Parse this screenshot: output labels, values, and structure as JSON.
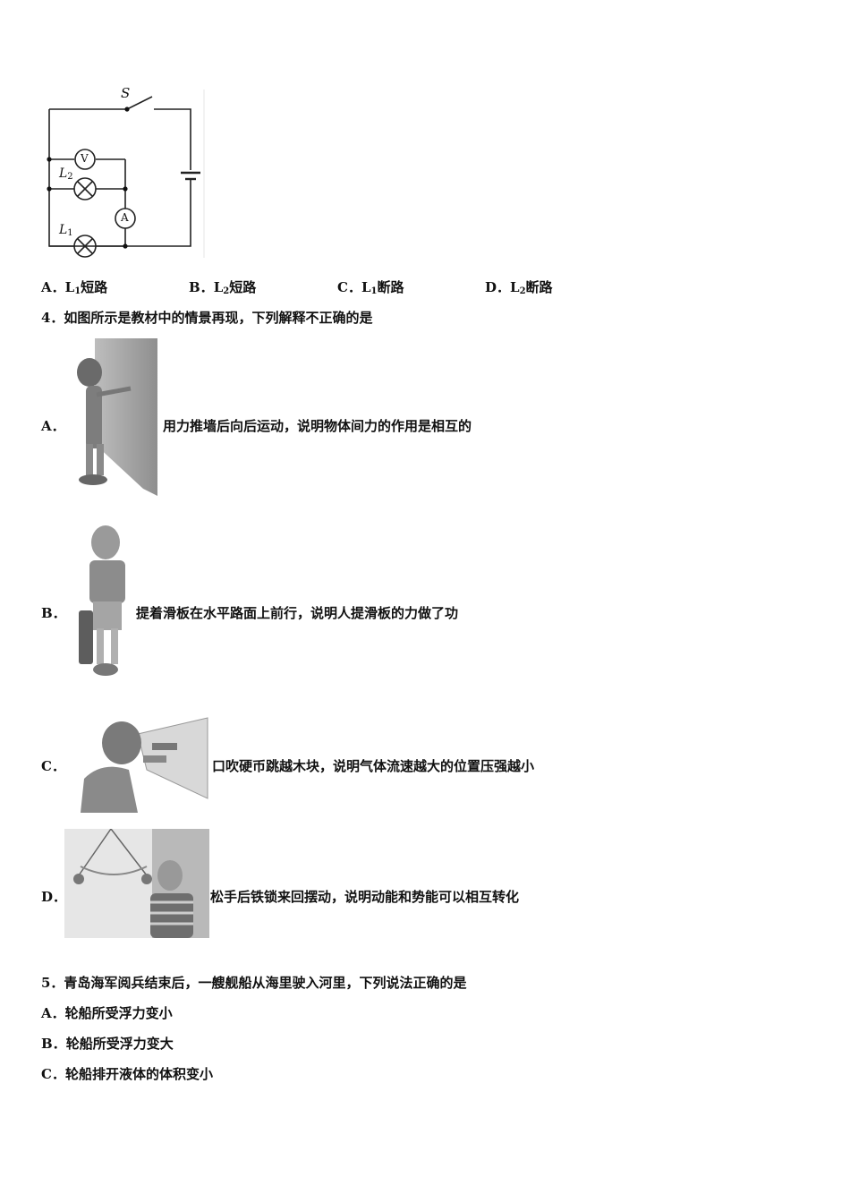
{
  "circuit": {
    "switch_label": "S",
    "voltmeter_label": "V",
    "ammeter_label": "A",
    "lamp2_label": "L",
    "lamp2_sub": "2",
    "lamp1_label": "L",
    "lamp1_sub": "1"
  },
  "q3_options": [
    {
      "letter": "A．",
      "main": "L",
      "sub": "1",
      "rest": "短路"
    },
    {
      "letter": "B．",
      "main": "L",
      "sub": "2",
      "rest": "短路"
    },
    {
      "letter": "C．",
      "main": "L",
      "sub": "1",
      "rest": "断路"
    },
    {
      "letter": "D．",
      "main": "L",
      "sub": "2",
      "rest": "断路"
    }
  ],
  "q4": {
    "stem": "4．如图所示是教材中的情景再现，下列解释不正确的是",
    "options": [
      {
        "letter": "A．",
        "text": "用力推墙后向后运动，说明物体间力的作用是相互的",
        "image": "girl-pushing-wall"
      },
      {
        "letter": "B．",
        "text": "提着滑板在水平路面上前行，说明人提滑板的力做了功",
        "image": "boy-carrying-skateboard"
      },
      {
        "letter": "C．",
        "text": "口吹硬币跳越木块，说明气体流速越大的位置压强越小",
        "image": "girl-blowing-coin"
      },
      {
        "letter": "D．",
        "text": "松手后铁锁来回摆动，说明动能和势能可以相互转化",
        "image": "pendulum-lock"
      }
    ]
  },
  "q5": {
    "stem": "5．青岛海军阅兵结束后，一艘舰船从海里驶入河里，下列说法正确的是",
    "options": [
      {
        "letter": "A．",
        "text": "轮船所受浮力变小"
      },
      {
        "letter": "B．",
        "text": "轮船所受浮力变大"
      },
      {
        "letter": "C．",
        "text": "轮船排开液体的体积变小"
      }
    ]
  }
}
